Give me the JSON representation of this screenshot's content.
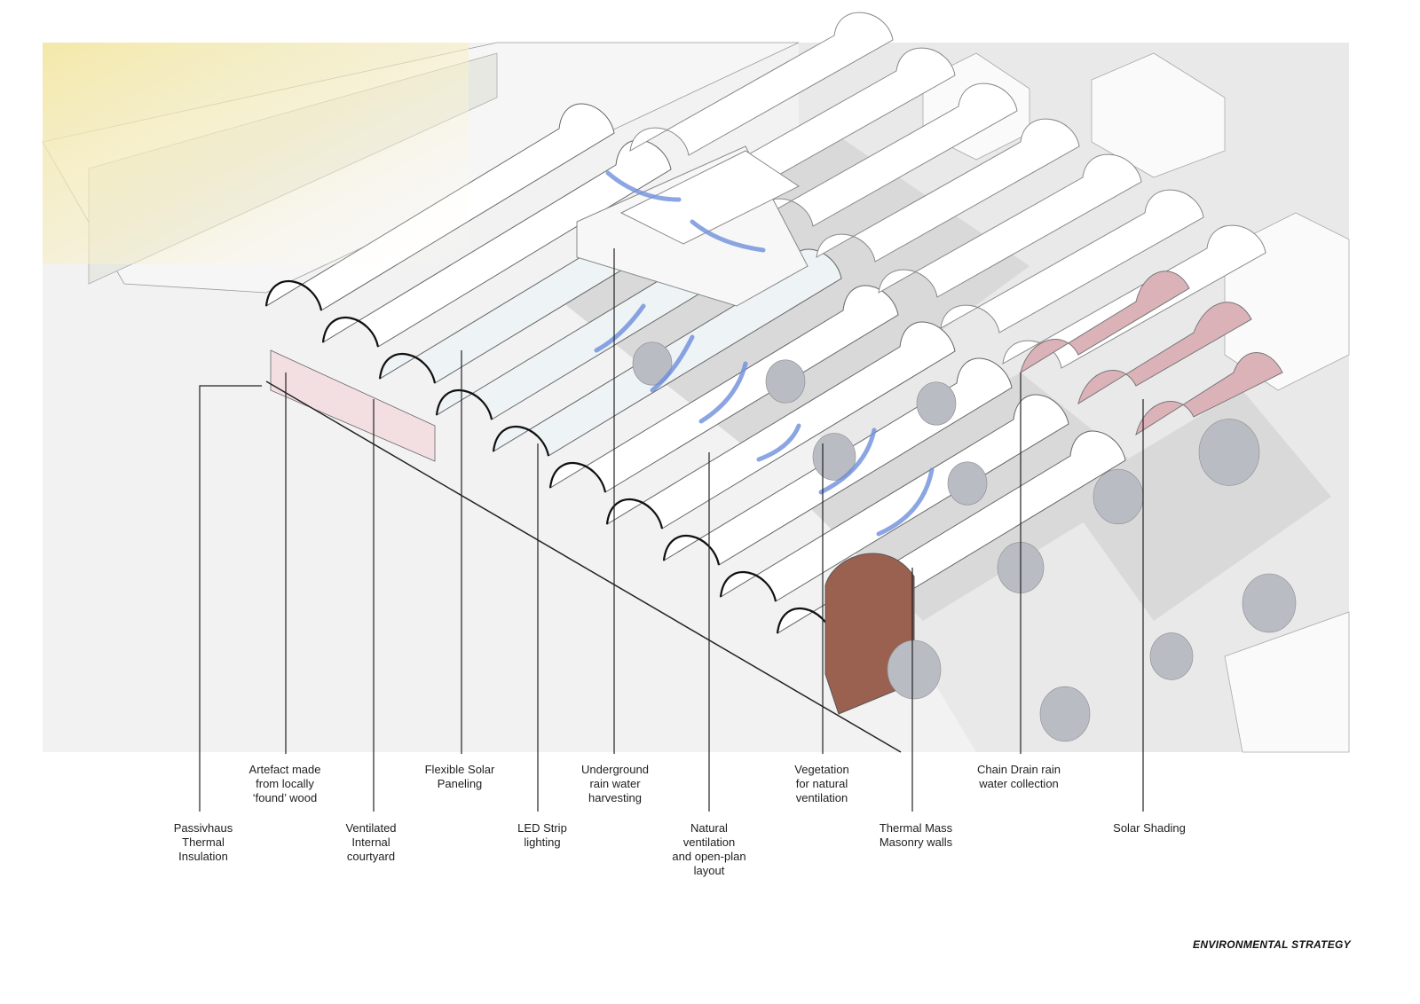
{
  "title": "ENVIRONMENTAL STRATEGY",
  "labels_upper": [
    {
      "id": "artefact",
      "text": [
        "Artefact made",
        "from locally",
        "‘found’ wood"
      ]
    },
    {
      "id": "solar-paneling",
      "text": [
        "Flexible Solar",
        "Paneling"
      ]
    },
    {
      "id": "rain-harvesting",
      "text": [
        "Underground",
        "rain water",
        "harvesting"
      ]
    },
    {
      "id": "vegetation",
      "text": [
        "Vegetation",
        "for natural",
        "ventilation"
      ]
    },
    {
      "id": "chain-drain",
      "text": [
        "Chain Drain rain",
        "water collection"
      ]
    }
  ],
  "labels_lower": [
    {
      "id": "passivhaus",
      "text": [
        "Passivhaus",
        "Thermal",
        "Insulation"
      ]
    },
    {
      "id": "courtyard",
      "text": [
        "Ventilated",
        "Internal",
        "courtyard"
      ]
    },
    {
      "id": "led",
      "text": [
        "LED Strip",
        "lighting"
      ]
    },
    {
      "id": "natural-ventilation",
      "text": [
        "Natural",
        "ventilation",
        "and open-plan",
        "layout"
      ]
    },
    {
      "id": "thermal-mass",
      "text": [
        "Thermal Mass",
        "Masonry walls"
      ]
    },
    {
      "id": "solar-shading",
      "text": [
        "Solar Shading"
      ]
    }
  ],
  "colors": {
    "vault": "#ffffff",
    "ground": "#ececec",
    "shadow": "#d6d6d6",
    "pink": "#dcb2b9",
    "brick": "#9b6150",
    "arrow": "#6f8fdc",
    "sun": "#f5ebb0",
    "tree": "#b9bcc2"
  }
}
